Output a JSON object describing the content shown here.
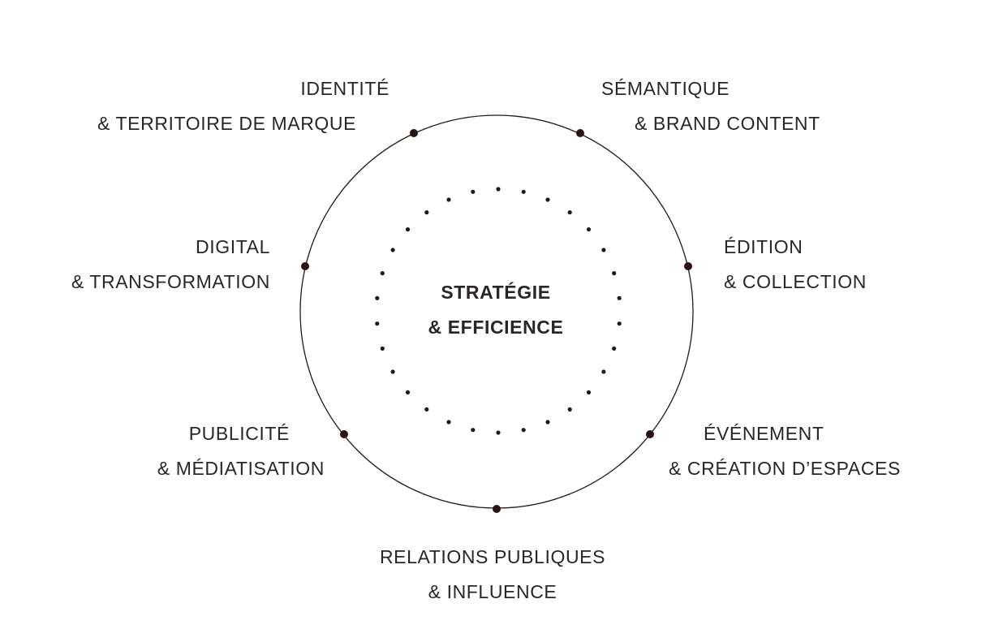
{
  "colors": {
    "ink": "#2a2626",
    "node": "#2a1414",
    "ring": "#1f1b1b",
    "background": "#ffffff"
  },
  "center": {
    "line1": "STRATÉGIE",
    "line2": "& EFFICIENCE"
  },
  "nodes": [
    {
      "id": "identite",
      "line1": "IDENTITÉ",
      "line2": "& TERRITOIRE DE MARQUE"
    },
    {
      "id": "semantique",
      "line1": "SÉMANTIQUE",
      "line2": "& BRAND CONTENT"
    },
    {
      "id": "digital",
      "line1": "DIGITAL",
      "line2": "& TRANSFORMATION"
    },
    {
      "id": "edition",
      "line1": "ÉDITION",
      "line2": "& COLLECTION"
    },
    {
      "id": "publicite",
      "line1": "PUBLICITÉ",
      "line2": "& MÉDIATISATION"
    },
    {
      "id": "evenement",
      "line1": "ÉVÉNEMENT",
      "line2": "& CRÉATION D’ESPACES"
    },
    {
      "id": "relations",
      "line1": "RELATIONS PUBLIQUES",
      "line2": "& INFLUENCE"
    }
  ]
}
